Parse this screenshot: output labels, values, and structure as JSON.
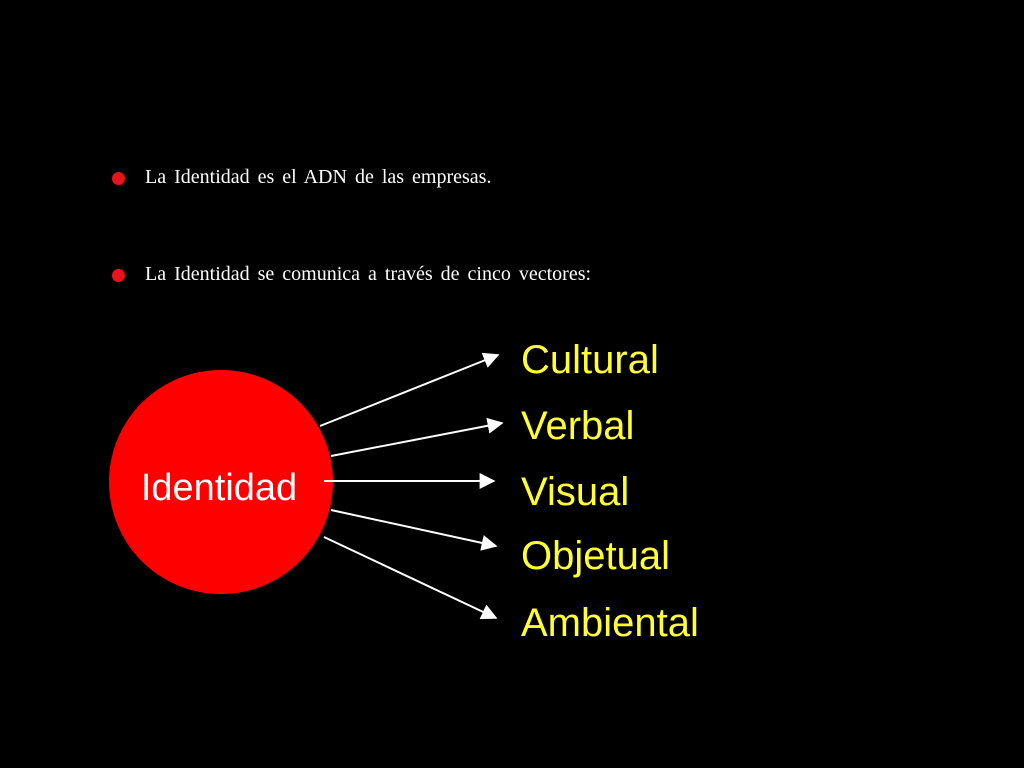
{
  "bullets": [
    {
      "text": "La Identidad es el ADN de las empresas."
    },
    {
      "text": "La Identidad se comunica a través de cinco vectores:"
    }
  ],
  "diagram": {
    "center": "Identidad",
    "vectors": [
      {
        "label": "Cultural"
      },
      {
        "label": "Verbal"
      },
      {
        "label": "Visual"
      },
      {
        "label": "Objetual"
      },
      {
        "label": "Ambiental"
      }
    ]
  },
  "colors": {
    "background": "#000000",
    "bullet_dot": "#e8141b",
    "circle": "#ff0000",
    "vector_text": "#ffff33",
    "arrow": "#ffffff"
  }
}
